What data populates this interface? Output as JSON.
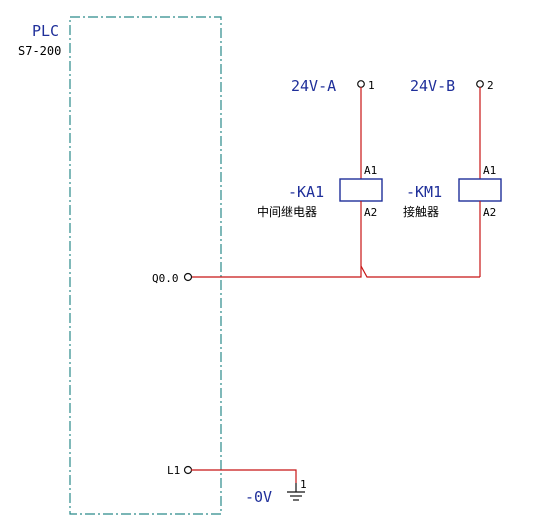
{
  "plc": {
    "title": "PLC",
    "model": "S7-200",
    "output_terminal": "Q0.0",
    "common_terminal": "L1"
  },
  "supplies": [
    {
      "label": "24V-A",
      "terminal": "1"
    },
    {
      "label": "24V-B",
      "terminal": "2"
    }
  ],
  "relay": {
    "tag": "-KA1",
    "description": "中间继电器",
    "pin_top": "A1",
    "pin_bottom": "A2"
  },
  "contactor": {
    "tag": "-KM1",
    "description": "接触器",
    "pin_top": "A1",
    "pin_bottom": "A2"
  },
  "ground": {
    "label": "-0V",
    "terminal": "1"
  },
  "colors": {
    "wire": "#c81414",
    "plc_border": "#2a8a8a",
    "label_blue": "#1f2f9a",
    "coil_border": "#1f2f9a"
  }
}
